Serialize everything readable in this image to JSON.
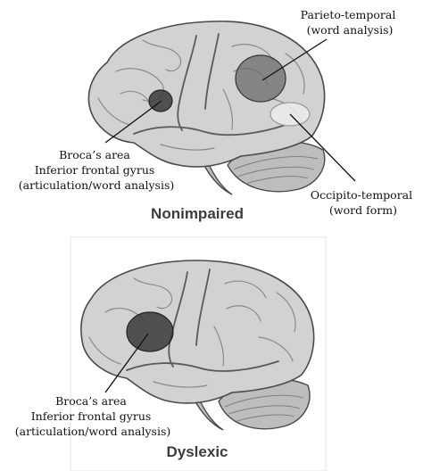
{
  "top_panel": {
    "caption": "Nonimpaired",
    "labels": {
      "parieto": [
        "Parieto-temporal",
        "(word analysis)"
      ],
      "broca": [
        "Broca’s area",
        "Inferior frontal gyrus",
        "(articulation/word analysis)"
      ],
      "occipito": [
        "Occipito-temporal",
        "(word form)"
      ]
    }
  },
  "bottom_panel": {
    "caption": "Dyslexic",
    "labels": {
      "broca": [
        "Broca’s area",
        "Inferior frontal gyrus",
        "(articulation/word analysis)"
      ]
    }
  }
}
